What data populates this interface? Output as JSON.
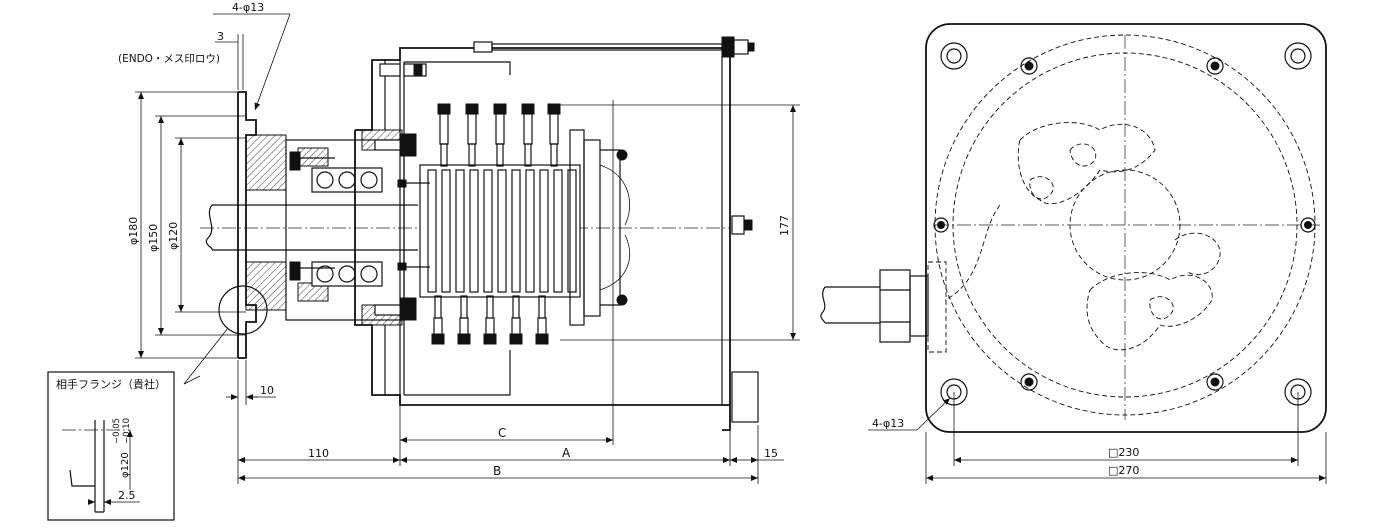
{
  "drawing": {
    "side_view": {
      "labels": {
        "holes_top": "4-φ13",
        "dim_3": "3",
        "endo_note": "(ENDO・メス印ロウ)",
        "dia_180": "φ180",
        "dia_150": "φ150",
        "dia_120": "φ120",
        "dim_177": "177",
        "dim_10": "10",
        "dim_C": "C",
        "dim_A": "A",
        "dim_110": "110",
        "dim_15": "15",
        "dim_B": "B"
      }
    },
    "detail": {
      "title": "相手フランジ（貴社）",
      "dia_label": "φ120",
      "tol_upper": "−0.05",
      "tol_lower": "−0.10",
      "dim_2_5": "2.5"
    },
    "end_view": {
      "holes_label": "4-φ13",
      "sq_230": "□230",
      "sq_270": "□270"
    }
  }
}
